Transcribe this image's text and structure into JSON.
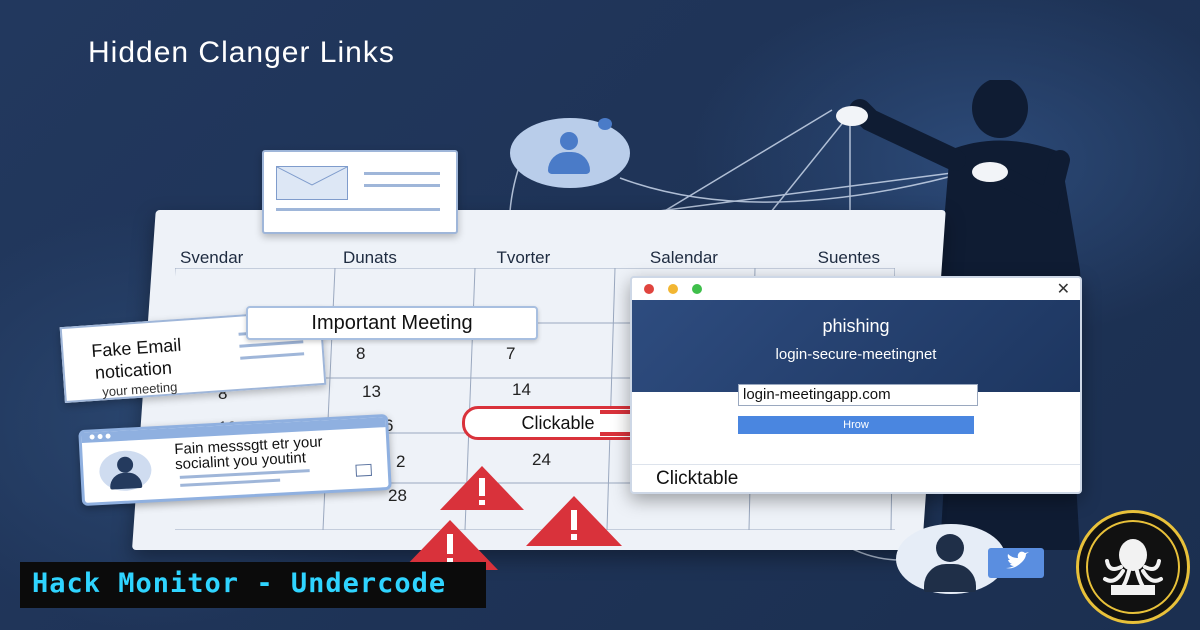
{
  "title": "Hidden Clanger Links",
  "calendar": {
    "days": [
      "Svendar",
      "Dunats",
      "Tvorter",
      "Salendar",
      "Suentes"
    ],
    "numbers": [
      "8",
      "7",
      "8",
      "13",
      "14",
      "19",
      "6",
      "2",
      "24",
      "28"
    ]
  },
  "fake_email": {
    "line1": "Fake Email",
    "line2": "notication",
    "line3": "your meeting"
  },
  "meeting_label": "Important Meeting",
  "message_card": {
    "text": "Fain messsgtt etr your socialint you youtint"
  },
  "clickable_label": "Clickable",
  "browser": {
    "heading": "phishing",
    "url": "login-secure-meetingnet",
    "input_value": "login-meetingapp.com",
    "button_label": "Hrow",
    "footer": "Clicktable",
    "close_glyph": "✕"
  },
  "brand": "Hack Monitor - Undercode",
  "colors": {
    "background": "#1f3559",
    "warning": "#d9323b",
    "accent": "#4a86e0",
    "brand_text": "#2fd4ff"
  },
  "icons": [
    "envelope-icon",
    "user-icon",
    "chat-icon",
    "warning-icon",
    "arrow-icon",
    "twitter-icon",
    "octopus-logo"
  ]
}
